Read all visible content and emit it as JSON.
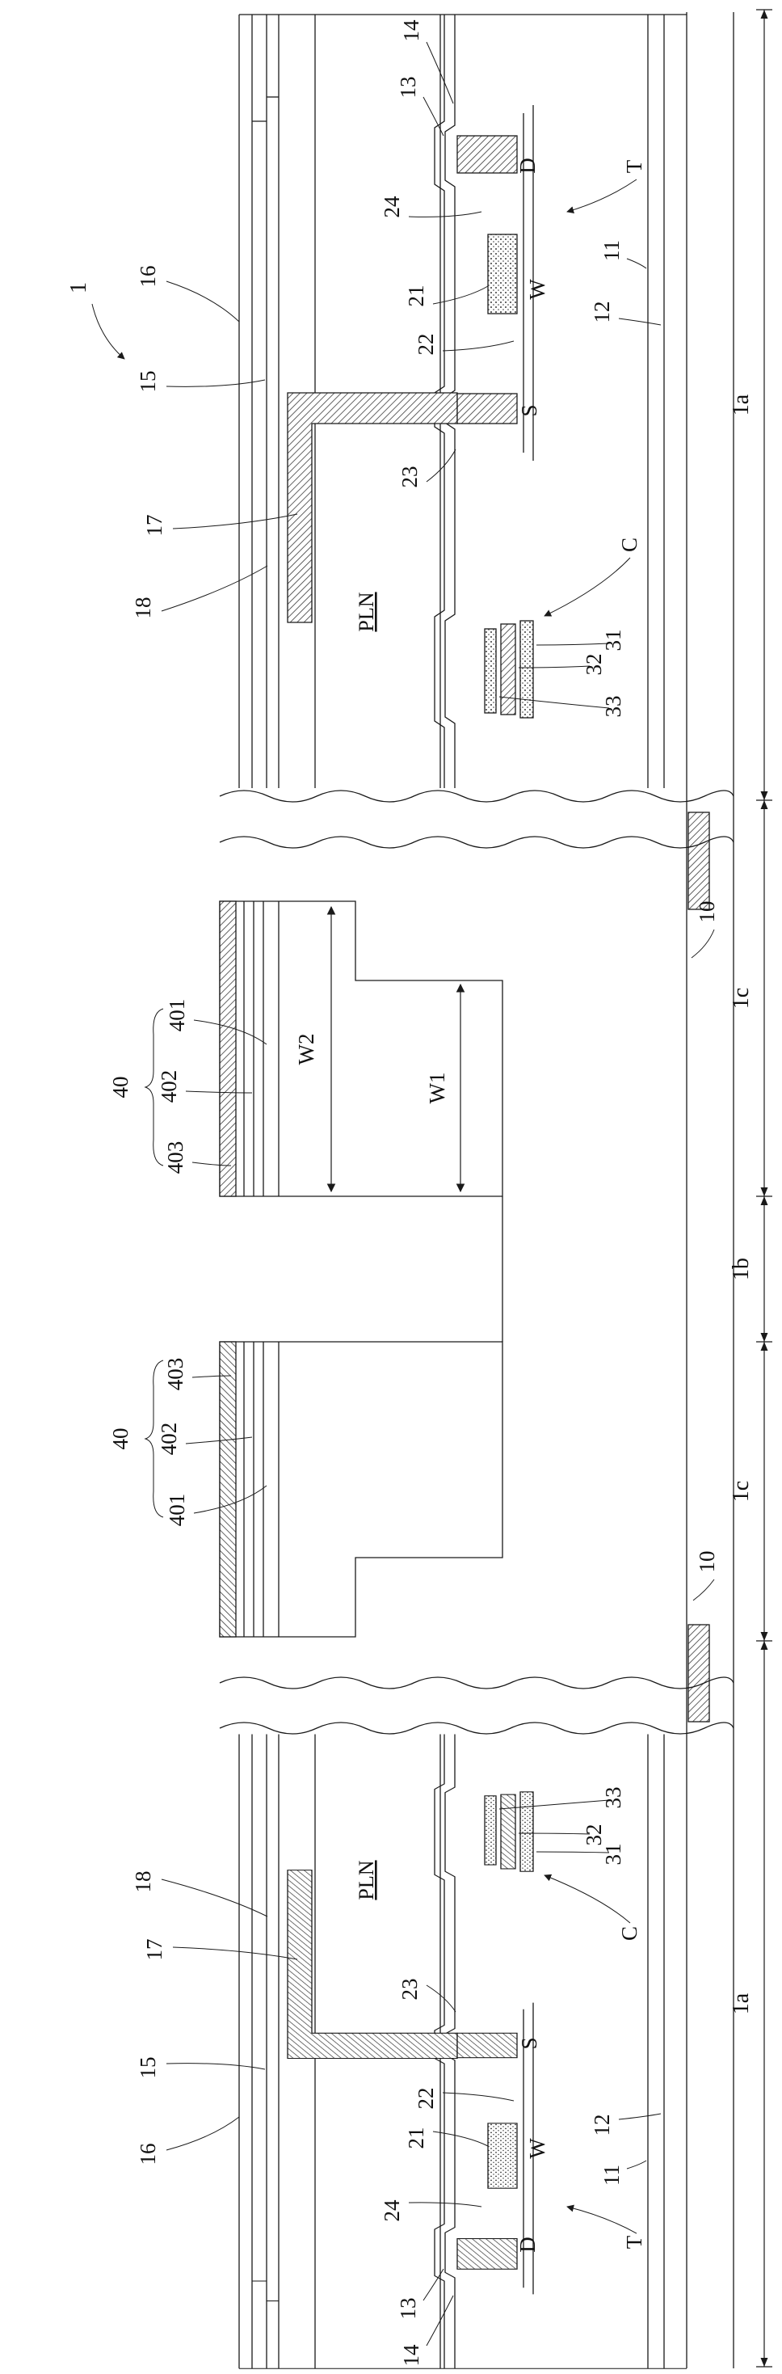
{
  "figure": {
    "ref": "1"
  },
  "dimension_bar": {
    "sections": [
      "1a",
      "1c",
      "1b",
      "1c",
      "1a"
    ]
  },
  "top_device": {
    "l14": "14",
    "l13": "13",
    "l16": "16",
    "l15": "15",
    "l17": "17",
    "l18": "18",
    "l24": "24",
    "l21": "21",
    "l22": "22",
    "l23": "23",
    "lD": "D",
    "lW": "W",
    "lS": "S",
    "l11": "11",
    "l12": "12",
    "lT": "T",
    "lPLN": "PLN",
    "lC": "C",
    "l31": "31",
    "l32": "32",
    "l33": "33"
  },
  "bottom_device": {
    "l14": "14",
    "l13": "13",
    "l16": "16",
    "l15": "15",
    "l17": "17",
    "l18": "18",
    "l24": "24",
    "l21": "21",
    "l22": "22",
    "l23": "23",
    "lD": "D",
    "lW": "W",
    "lS": "S",
    "l11": "11",
    "l12": "12",
    "lT": "T",
    "lPLN": "PLN",
    "lC": "C",
    "l31": "31",
    "l32": "32",
    "l33": "33"
  },
  "step_upper": {
    "l40": "40",
    "l401": "401",
    "l402": "402",
    "l403": "403",
    "lW1": "W1",
    "lW2": "W2",
    "l10": "10"
  },
  "step_lower": {
    "l40": "40",
    "l401": "401",
    "l402": "402",
    "l403": "403",
    "l10": "10"
  }
}
